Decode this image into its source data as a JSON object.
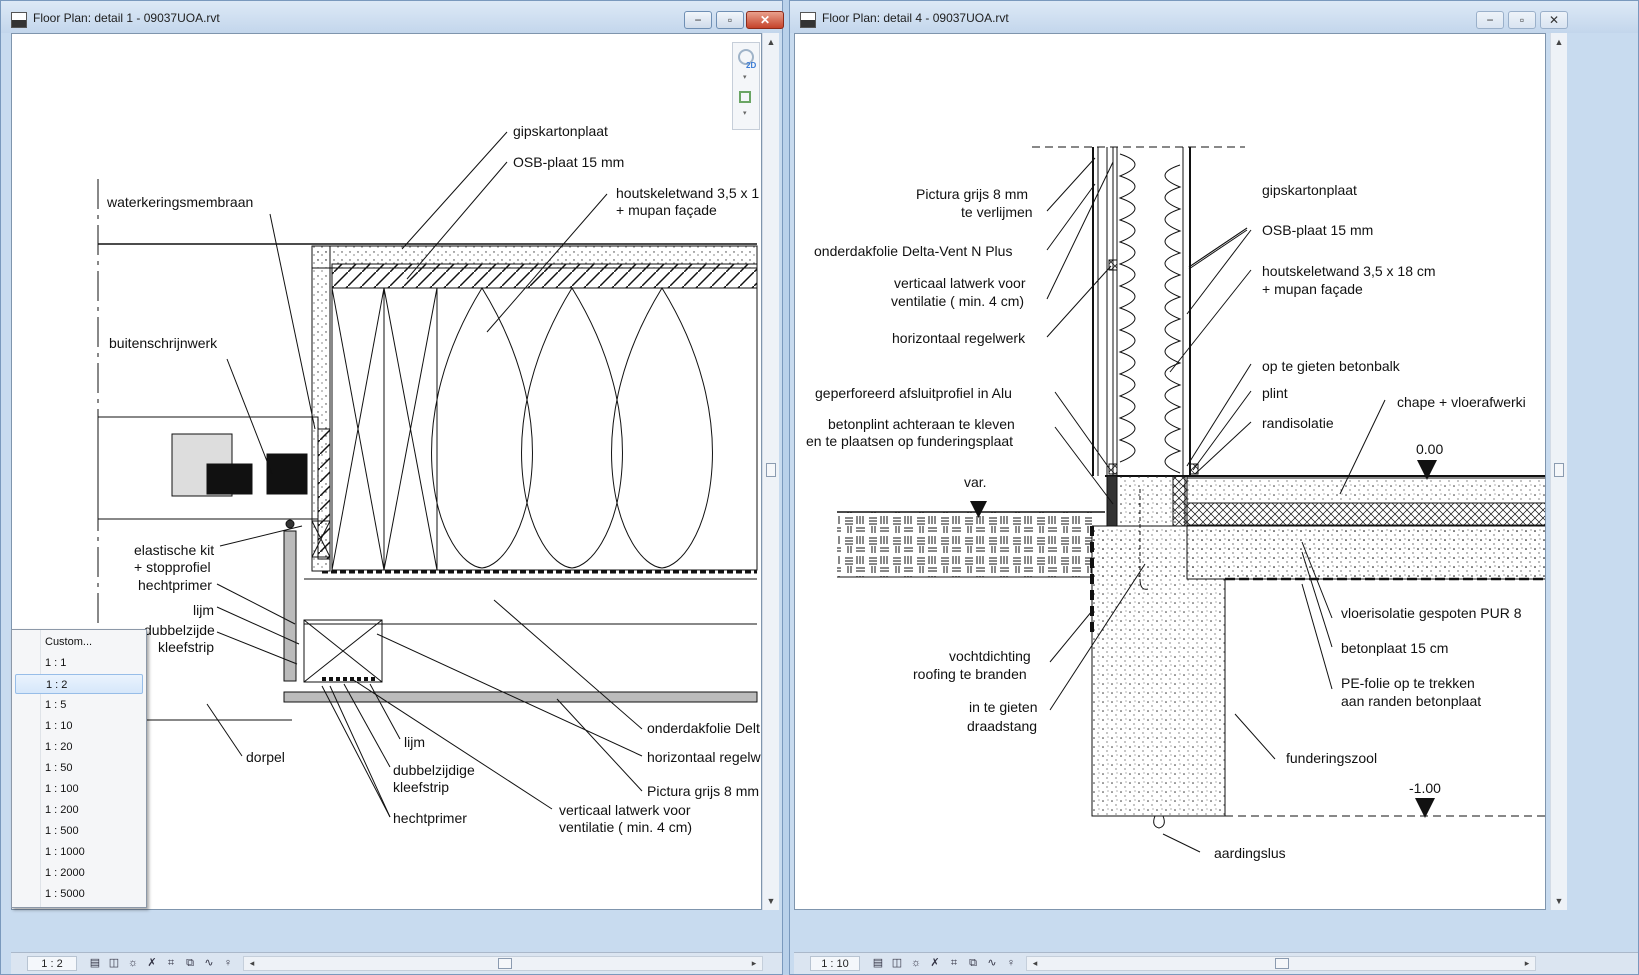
{
  "left_window": {
    "title": "Floor Plan: detail 1 - 09037UOA.rvt",
    "scale": "1 : 2",
    "labels": {
      "gipskartonplaat": "gipskartonplaat",
      "osb": "OSB-plaat 15 mm",
      "houtskelet_1": "houtskeletwand 3,5 x 1",
      "houtskelet_2": "+ mupan façade",
      "waterkering": "waterkeringsmembraan",
      "buitenschrijnwerk": "buitenschrijnwerk",
      "elastische_1": "elastische kit",
      "elastische_2": "+ stopprofiel",
      "hechtprimer_a": "hechtprimer",
      "lijm_a": "lijm",
      "dubbel_a1": "dubbelzijde",
      "dubbel_a2": "kleefstrip",
      "dorpel": "dorpel",
      "lijm_b": "lijm",
      "dubbel_b1": "dubbelzijdige",
      "dubbel_b2": "kleefstrip",
      "hechtprimer_b": "hechtprimer",
      "verticaal_1": "verticaal latwerk voor",
      "verticaal_2": "ventilatie ( min. 4 cm)",
      "onderdak": "onderdakfolie Delt",
      "horizontaal": "horizontaal regelw",
      "pictura": "Pictura grijs 8 mm"
    }
  },
  "right_window": {
    "title": "Floor Plan: detail 4 - 09037UOA.rvt",
    "scale": "1 : 10",
    "labels": {
      "pictura_1": "Pictura grijs 8 mm",
      "pictura_2": "te verlijmen",
      "onderdak": "onderdakfolie Delta-Vent N Plus",
      "verticaal_1": "verticaal latwerk voor",
      "verticaal_2": "ventilatie ( min. 4 cm)",
      "horizontaal": "horizontaal regelwerk",
      "geperforeerd": "geperforeerd afsluitprofiel in Alu",
      "betonplint_1": "betonplint achteraan te kleven",
      "betonplint_2": "en te plaatsen op funderingsplaat",
      "var": "var.",
      "gipskartonplaat": "gipskartonplaat",
      "osb": "OSB-plaat 15 mm",
      "houtskelet_1": "houtskeletwand 3,5 x 18 cm",
      "houtskelet_2": "+ mupan façade",
      "betonbalk": "op te gieten betonbalk",
      "plint": "plint",
      "randisolatie": "randisolatie",
      "chape": "chape + vloerafwerki",
      "level_top": "0.00",
      "level_bottom": "-1.00",
      "vloerisolatie": "vloerisolatie gespoten PUR 8",
      "betonplaat": "betonplaat 15 cm",
      "pe_1": "PE-folie op te trekken",
      "pe_2": "aan randen betonplaat",
      "vochtdichting_1": "vochtdichting",
      "vochtdichting_2": "roofing te branden",
      "draadstang_1": "in te gieten",
      "draadstang_2": "draadstang",
      "funderingszool": "funderingszool",
      "aardingslus": "aardingslus"
    }
  },
  "scale_menu": {
    "items": [
      "Custom...",
      "1 : 1",
      "1 : 2",
      "1 : 5",
      "1 : 10",
      "1 : 20",
      "1 : 50",
      "1 : 100",
      "1 : 200",
      "1 : 500",
      "1 : 1000",
      "1 : 2000",
      "1 : 5000"
    ],
    "selected": "1 : 2"
  },
  "window_controls": {
    "minimize": "−",
    "restore": "▫",
    "close": "✕"
  },
  "nav_bar": {
    "badge": "2D"
  }
}
